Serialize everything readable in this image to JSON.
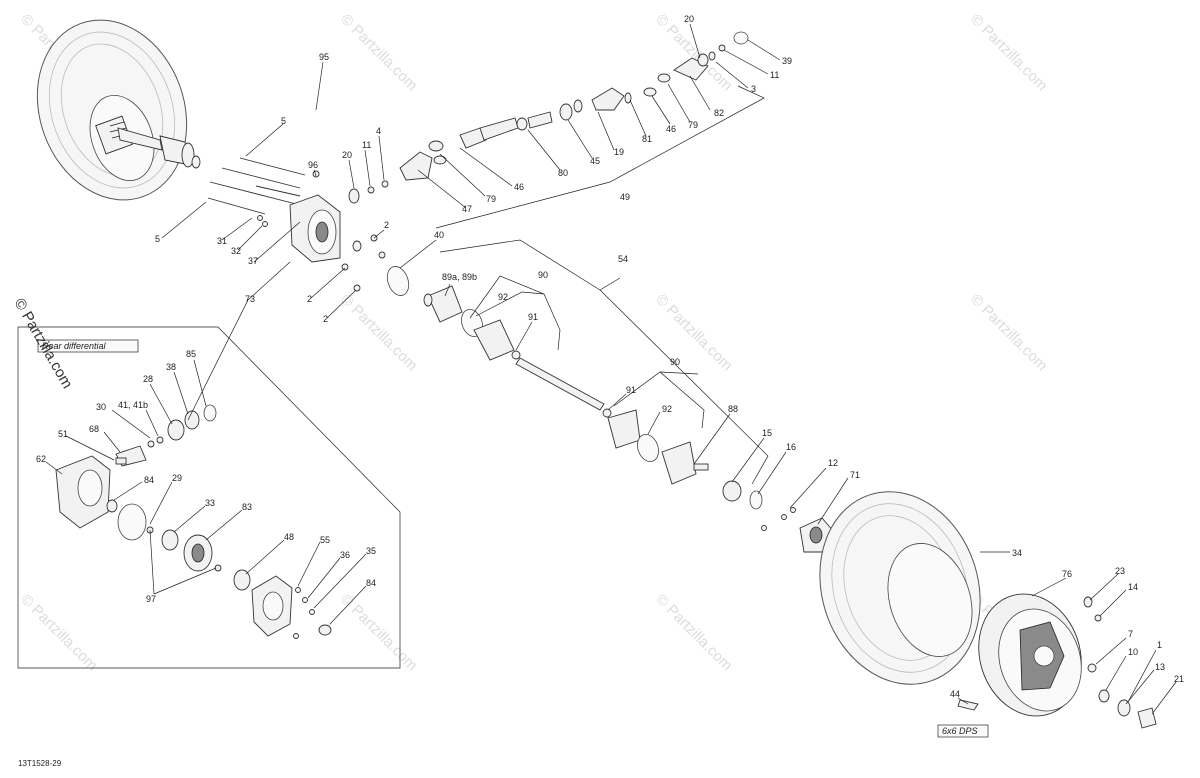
{
  "watermark": {
    "text": "© Partzilla.com"
  },
  "inset_box": {
    "title": "Rear differential"
  },
  "model_tag": {
    "text": "6x6 DPS"
  },
  "drawing_code": {
    "text": "13T1528-29"
  },
  "labels": [
    {
      "id": "95",
      "text": "95"
    },
    {
      "id": "5a",
      "text": "5"
    },
    {
      "id": "5b",
      "text": "5"
    },
    {
      "id": "96",
      "text": "96"
    },
    {
      "id": "20a",
      "text": "20"
    },
    {
      "id": "11a",
      "text": "11"
    },
    {
      "id": "4",
      "text": "4"
    },
    {
      "id": "31",
      "text": "31"
    },
    {
      "id": "32",
      "text": "32"
    },
    {
      "id": "37",
      "text": "37"
    },
    {
      "id": "73",
      "text": "73"
    },
    {
      "id": "2a",
      "text": "2"
    },
    {
      "id": "2b",
      "text": "2"
    },
    {
      "id": "2c",
      "text": "2"
    },
    {
      "id": "40",
      "text": "40"
    },
    {
      "id": "47",
      "text": "47"
    },
    {
      "id": "79a",
      "text": "79"
    },
    {
      "id": "46a",
      "text": "46"
    },
    {
      "id": "80",
      "text": "80"
    },
    {
      "id": "45",
      "text": "45"
    },
    {
      "id": "19",
      "text": "19"
    },
    {
      "id": "81",
      "text": "81"
    },
    {
      "id": "46b",
      "text": "46"
    },
    {
      "id": "79b",
      "text": "79"
    },
    {
      "id": "82",
      "text": "82"
    },
    {
      "id": "3",
      "text": "3"
    },
    {
      "id": "11b",
      "text": "11"
    },
    {
      "id": "39",
      "text": "39"
    },
    {
      "id": "20b",
      "text": "20"
    },
    {
      "id": "49",
      "text": "49"
    },
    {
      "id": "54",
      "text": "54"
    },
    {
      "id": "89",
      "text": "89a, 89b"
    },
    {
      "id": "90a",
      "text": "90"
    },
    {
      "id": "92a",
      "text": "92"
    },
    {
      "id": "91a",
      "text": "91"
    },
    {
      "id": "90b",
      "text": "90"
    },
    {
      "id": "91b",
      "text": "91"
    },
    {
      "id": "92b",
      "text": "92"
    },
    {
      "id": "88",
      "text": "88"
    },
    {
      "id": "15",
      "text": "15"
    },
    {
      "id": "16",
      "text": "16"
    },
    {
      "id": "12",
      "text": "12"
    },
    {
      "id": "71",
      "text": "71"
    },
    {
      "id": "34",
      "text": "34"
    },
    {
      "id": "76",
      "text": "76"
    },
    {
      "id": "23",
      "text": "23"
    },
    {
      "id": "14",
      "text": "14"
    },
    {
      "id": "7",
      "text": "7"
    },
    {
      "id": "1",
      "text": "1"
    },
    {
      "id": "10",
      "text": "10"
    },
    {
      "id": "13",
      "text": "13"
    },
    {
      "id": "21",
      "text": "21"
    },
    {
      "id": "44",
      "text": "44"
    },
    {
      "id": "85",
      "text": "85"
    },
    {
      "id": "38",
      "text": "38"
    },
    {
      "id": "28",
      "text": "28"
    },
    {
      "id": "30",
      "text": "30"
    },
    {
      "id": "41",
      "text": "41, 41b"
    },
    {
      "id": "68",
      "text": "68"
    },
    {
      "id": "51",
      "text": "51"
    },
    {
      "id": "62",
      "text": "62"
    },
    {
      "id": "84a",
      "text": "84"
    },
    {
      "id": "29",
      "text": "29"
    },
    {
      "id": "33",
      "text": "33"
    },
    {
      "id": "83",
      "text": "83"
    },
    {
      "id": "97",
      "text": "97"
    },
    {
      "id": "48",
      "text": "48"
    },
    {
      "id": "55",
      "text": "55"
    },
    {
      "id": "36",
      "text": "36"
    },
    {
      "id": "35",
      "text": "35"
    },
    {
      "id": "84b",
      "text": "84"
    }
  ]
}
